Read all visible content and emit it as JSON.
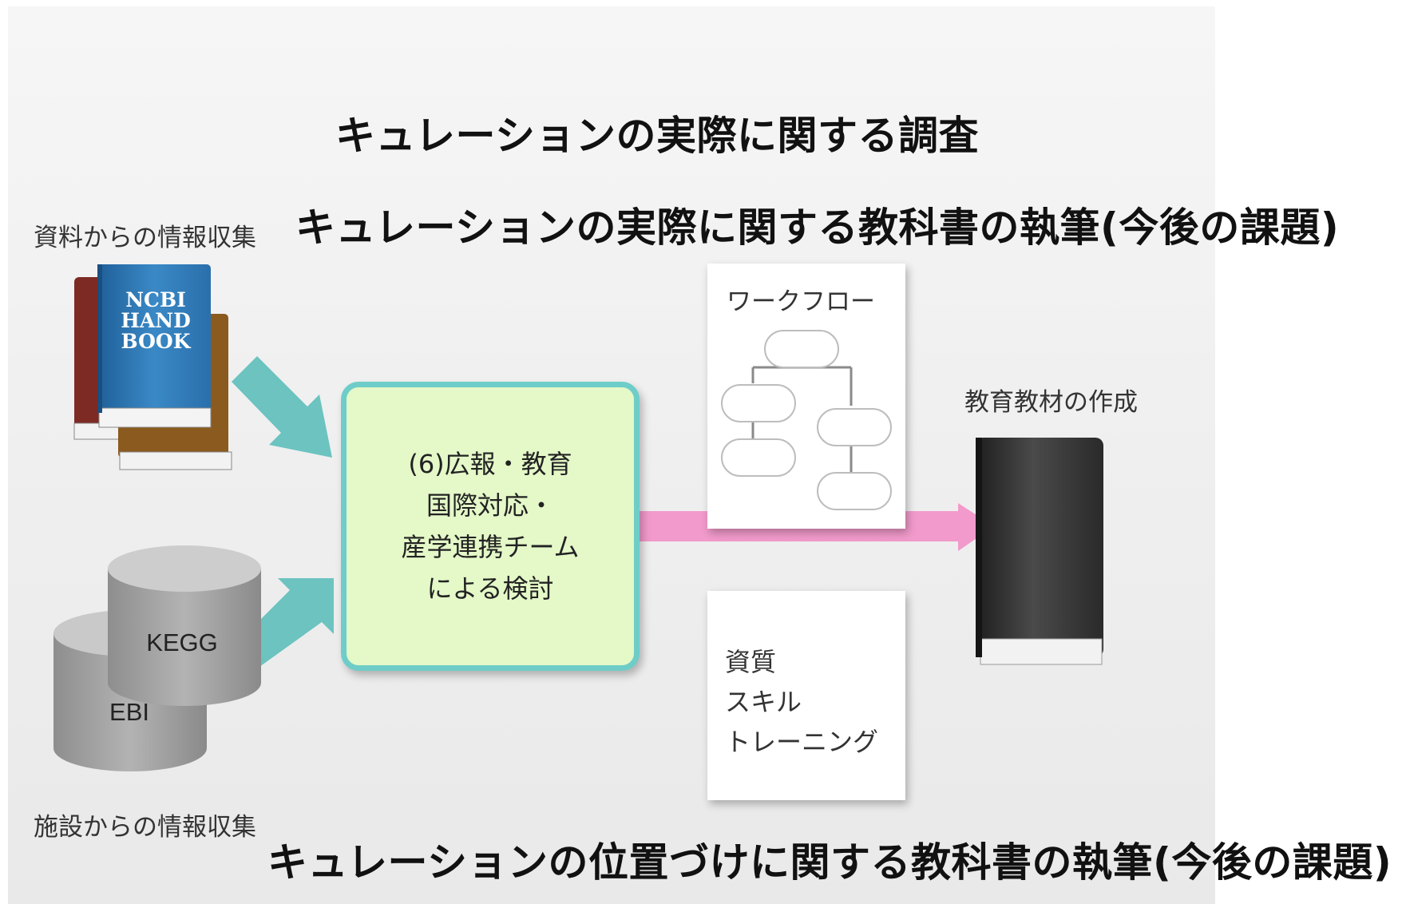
{
  "headings": {
    "survey": "キュレーションの実際に関する調査",
    "textbook_practice": "キュレーションの実際に関する教科書の執筆(今後の課題)",
    "textbook_positioning": "キュレーションの位置づけに関する教科書の執筆(今後の課題)"
  },
  "sources": {
    "documents_label": "資料からの情報収集",
    "facilities_label": "施設からの情報収集",
    "book_title_lines": [
      "NCBI",
      "HAND",
      "BOOK"
    ],
    "databases": [
      "KEGG",
      "EBI"
    ]
  },
  "team": {
    "lines": [
      "(6)広報・教育",
      "国際対応・",
      "産学連携チーム",
      "による検討"
    ]
  },
  "workflow_card": {
    "title": "ワークフロー"
  },
  "skills_card": {
    "items": [
      "資質",
      "スキル",
      "トレーニング"
    ]
  },
  "output": {
    "label": "教育教材の作成"
  },
  "colors": {
    "teal_arrow": "#6cc3c0",
    "pink_arrow": "#f19acb",
    "team_box_fill": "#e4f8c8",
    "team_box_border": "#6ecdc8",
    "book_blue": "#2f77b3",
    "book_dark_red": "#7d2a24",
    "book_brown": "#8b5a1e",
    "database_gray": "#a6a6a6",
    "output_book": "#3a3a3a"
  }
}
